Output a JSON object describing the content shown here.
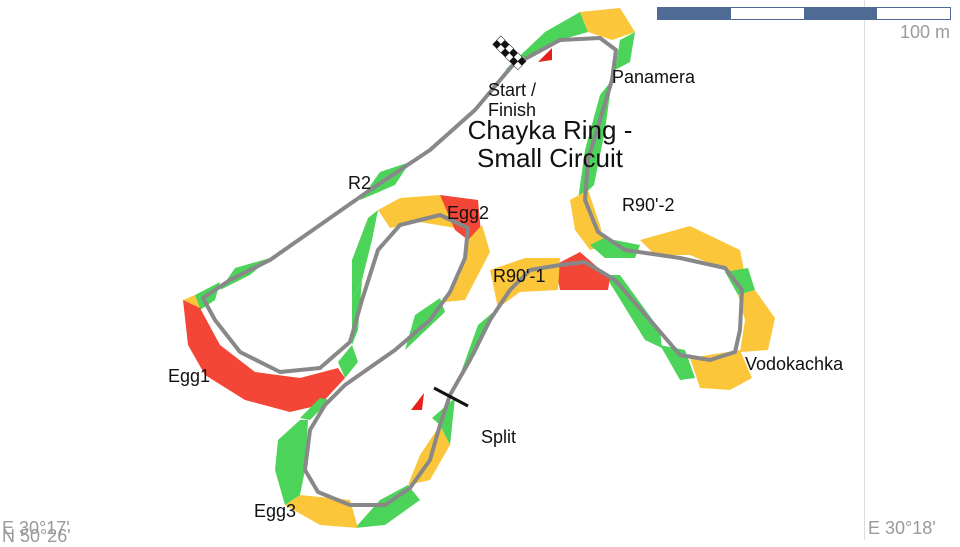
{
  "map": {
    "title_line1": "Chayka Ring -",
    "title_line2": "Small Circuit",
    "start_finish_line1": "Start /",
    "start_finish_line2": "Finish",
    "corners": {
      "panamera": "Panamera",
      "r90_2": "R90'-2",
      "r2": "R2",
      "egg2": "Egg2",
      "r90_1": "R90'-1",
      "egg1": "Egg1",
      "vodokachka": "Vodokachka",
      "split": "Split",
      "egg3": "Egg3"
    },
    "coordinates": {
      "left_lon": "E 30°17'",
      "left_lat": "N 50°26'",
      "right_lon": "E 30°18'"
    },
    "scale": {
      "label": "100 m",
      "colors": [
        "#4e6a95",
        "#ffffff",
        "#4e6a95",
        "#ffffff"
      ]
    },
    "colors": {
      "track": "#888888",
      "green": "#4cd35a",
      "yellow": "#fbc63a",
      "red": "#f44636",
      "marker": "#e8201a"
    }
  }
}
